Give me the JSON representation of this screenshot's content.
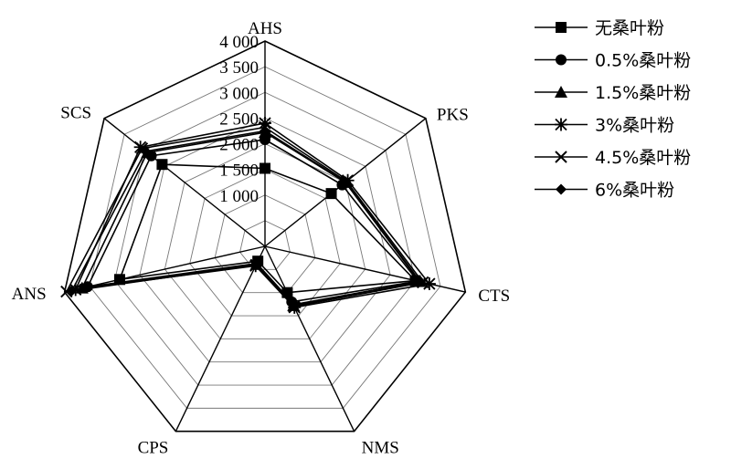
{
  "chart_data": {
    "type": "radar",
    "axes": [
      "AHS",
      "PKS",
      "CTS",
      "NMS",
      "CPS",
      "ANS",
      "SCS"
    ],
    "range": [
      0,
      4000
    ],
    "ticks": [
      1000,
      1500,
      2000,
      2500,
      3000,
      3500,
      4000
    ],
    "tick_labels": [
      "1 000",
      "1 500",
      "2 000",
      "2 500",
      "3 000",
      "3 500",
      "4 000"
    ],
    "grid": true,
    "legend_position": "right",
    "series": [
      {
        "name": "无桑叶粉",
        "marker": "square",
        "values": [
          1520,
          1650,
          3000,
          1000,
          320,
          2900,
          2560
        ]
      },
      {
        "name": "0.5%桑叶粉",
        "marker": "circle",
        "values": [
          2080,
          1920,
          3050,
          1200,
          370,
          3540,
          2830
        ]
      },
      {
        "name": "1.5%桑叶粉",
        "marker": "triangle",
        "values": [
          2220,
          2000,
          3080,
          1280,
          390,
          3650,
          2930
        ]
      },
      {
        "name": "3%桑叶粉",
        "marker": "asterisk",
        "values": [
          2400,
          2060,
          3280,
          1320,
          420,
          3780,
          3100
        ]
      },
      {
        "name": "4.5%桑叶粉",
        "marker": "x",
        "values": [
          2320,
          2030,
          3150,
          1300,
          400,
          3960,
          3060
        ]
      },
      {
        "name": "6%桑叶粉",
        "marker": "diamond",
        "values": [
          2250,
          2010,
          3100,
          1260,
          380,
          3850,
          2970
        ]
      }
    ]
  }
}
